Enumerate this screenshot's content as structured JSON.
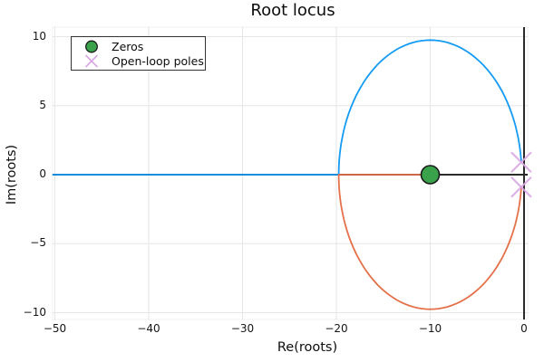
{
  "chart_data": {
    "type": "line",
    "title": "Root locus",
    "xlabel": "Re(roots)",
    "ylabel": "Im(roots)",
    "xlim": [
      -50.3,
      0.4
    ],
    "ylim": [
      -10.5,
      10.7
    ],
    "xticks": [
      -50,
      -40,
      -30,
      -20,
      -10,
      0
    ],
    "yticks": [
      -10,
      -5,
      0,
      5,
      10
    ],
    "grid": true,
    "grid_color": "#e6e6e6",
    "zeroline_color": "#2b2b2b",
    "text_color": "#0d0d0d",
    "legend": {
      "position": "top-left",
      "entries": [
        {
          "label": "Zeros",
          "marker": "circle-icon",
          "color": "#3aa24a"
        },
        {
          "label": "Open-loop poles",
          "marker": "x-icon",
          "color": "#d9a6e4"
        }
      ]
    },
    "zeros": [
      {
        "re": -10,
        "im": 0
      }
    ],
    "poles": [
      {
        "re": -0.3,
        "im": 0.9
      },
      {
        "re": -0.3,
        "im": -0.9
      }
    ],
    "locus": {
      "circle_center_re": -10,
      "circle_radius": 9.75,
      "breakin_re": -19.75,
      "real_axis_blue_from": -50.2,
      "branches": [
        {
          "name": "branch-1",
          "color": "#149bf3",
          "path": "real axis from -50.2 to break-in at -19.75, then upper semicircle |s+10|=9.75 ending at pole -0.3+0.9j"
        },
        {
          "name": "branch-2",
          "color": "#e4714a",
          "path": "lower semicircle |s+10|=9.75 from pole -0.3-0.9j to break-in at -19.75, plus real-axis segment from -19.75 to zero at -10"
        }
      ]
    },
    "marker_styles": {
      "zero_fill": "#3aa24a",
      "zero_edge": "#1a1a1a",
      "pole_stroke": "#d9a6e4"
    }
  }
}
